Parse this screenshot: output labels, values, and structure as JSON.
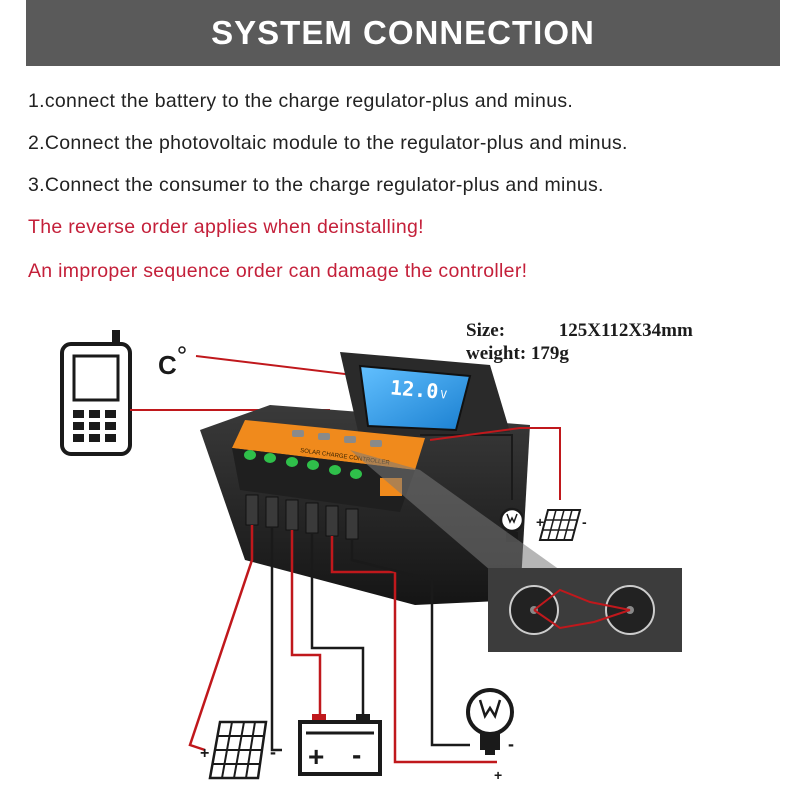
{
  "header": {
    "title": "SYSTEM CONNECTION"
  },
  "instructions": [
    "1.connect the battery to the charge regulator-plus and minus.",
    "2.Connect the photovoltaic module to the regulator-plus and minus.",
    "3.Connect the consumer to the charge regulator-plus and minus."
  ],
  "warnings": [
    "The reverse order applies when deinstalling!",
    "An improper sequence order can damage the controller!"
  ],
  "specs": {
    "size_label": "Size:",
    "size_value": "125X112X34mm",
    "weight_label": "weight:",
    "weight_value": "179g"
  },
  "diagram": {
    "temp_symbol": "C",
    "lcd_reading": "12.0",
    "lcd_unit": "V",
    "controller_label": "SOLAR CHARGE CONTROLLER",
    "plus": "+",
    "minus": "-"
  },
  "colors": {
    "banner": "#5a5a5a",
    "warning_text": "#c4203a",
    "wire_red": "#c0181c",
    "wire_black": "#1a1a1a",
    "controller_accent": "#f08a1c",
    "lcd": "#3aa0e8"
  }
}
